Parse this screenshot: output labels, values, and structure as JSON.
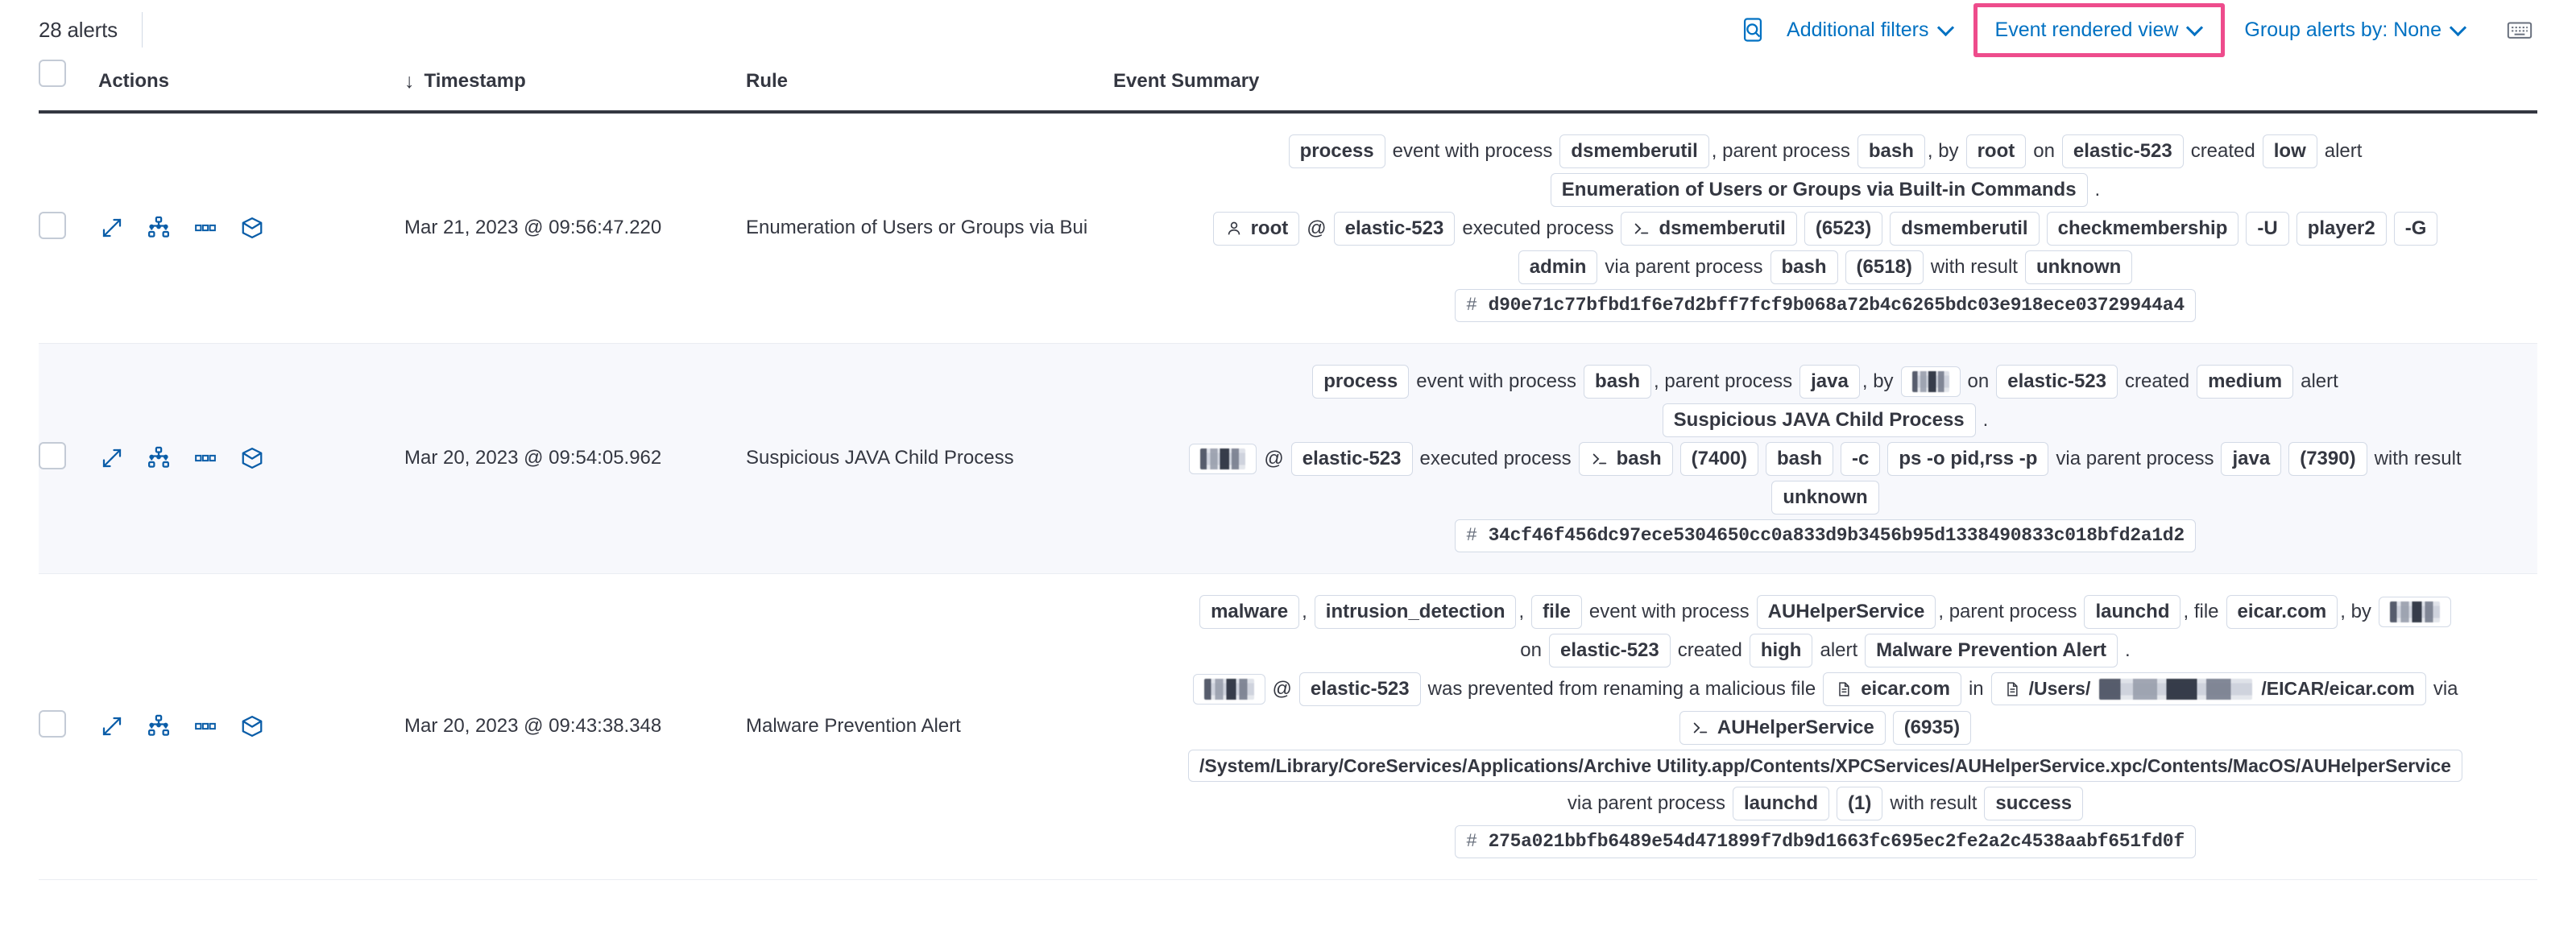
{
  "toolbar": {
    "alert_count": "28 alerts",
    "search_icon": "inspect-search-icon",
    "additional_filters": "Additional filters",
    "event_rendered_view": "Event rendered view",
    "group_alerts_by": "Group alerts by: None",
    "keyboard_icon": "keyboard-shortcut-icon",
    "highlight_color": "#ee4c8c",
    "link_color": "#0071c2"
  },
  "table": {
    "columns": {
      "select_all": "",
      "actions": "Actions",
      "timestamp": "Timestamp",
      "sort_indicator": "↓",
      "rule": "Rule",
      "event_summary": "Event Summary"
    },
    "action_icons": [
      "expand-icon",
      "analyzer-graph-icon",
      "more-actions-icon",
      "session-view-icon"
    ],
    "rows": [
      {
        "timestamp": "Mar 21, 2023 @ 09:56:47.220",
        "rule": "Enumeration of Users or Groups via Bui",
        "severity": "low",
        "host": "elastic-523",
        "hash": "d90e71c77bfbd1f6e7d2bff7fcf9b068a72b4c6265bdc03e918ece03729944a4",
        "line1": {
          "category": "process",
          "t1": "event with process",
          "process": "dsmemberutil",
          "t2": ", parent process",
          "parent": "bash",
          "t3": ", by",
          "user": "root",
          "t4": "on",
          "host": "elastic-523",
          "t5": "created",
          "severity": "low",
          "t6": "alert"
        },
        "line2": {
          "rule_name": "Enumeration of Users or Groups via Built-in Commands",
          "period": "."
        },
        "line3": {
          "user": "root",
          "at": "@",
          "host": "elastic-523",
          "t1": "executed process",
          "process": "dsmemberutil",
          "pid": "(6523)",
          "args": [
            "dsmemberutil",
            "checkmembership",
            "-U",
            "player2",
            "-G"
          ]
        },
        "line4": {
          "arg_last": "admin",
          "t1": "via parent process",
          "parent": "bash",
          "parent_pid": "(6518)",
          "t2": "with result",
          "result": "unknown"
        }
      },
      {
        "timestamp": "Mar 20, 2023 @ 09:54:05.962",
        "rule": "Suspicious JAVA Child Process",
        "severity": "medium",
        "host": "elastic-523",
        "hash": "34cf46f456dc97ece5304650cc0a833d9b3456b95d1338490833c018bfd2a1d2",
        "line1": {
          "category": "process",
          "t1": "event with process",
          "process": "bash",
          "t2": ", parent process",
          "parent": "java",
          "t3": ", by",
          "user": "[redacted]",
          "t4": "on",
          "host": "elastic-523",
          "t5": "created",
          "severity": "medium",
          "t6": "alert"
        },
        "line2": {
          "rule_name": "Suspicious JAVA Child Process",
          "period": "."
        },
        "line3": {
          "user": "[redacted]",
          "at": "@",
          "host": "elastic-523",
          "t1": "executed process",
          "process": "bash",
          "pid": "(7400)",
          "args": [
            "bash",
            "-c",
            "ps -o pid,rss -p"
          ],
          "t2": "via parent process",
          "parent": "java",
          "parent_pid": "(7390)",
          "t3": "with result"
        },
        "line4": {
          "result": "unknown"
        }
      },
      {
        "timestamp": "Mar 20, 2023 @ 09:43:38.348",
        "rule": "Malware Prevention Alert",
        "severity": "high",
        "host": "elastic-523",
        "hash": "275a021bbfb6489e54d471899f7db9d1663fc695ec2fe2a2c4538aabf651fd0f",
        "line1": {
          "cat1": "malware",
          "c1": ",",
          "cat2": "intrusion_detection",
          "c2": ",",
          "cat3": "file",
          "t1": "event with process",
          "process": "AUHelperService",
          "t2": ", parent process",
          "parent": "launchd",
          "t3": ", file",
          "file": "eicar.com",
          "t4": ", by",
          "user": "[redacted]"
        },
        "line2": {
          "t1": "on",
          "host": "elastic-523",
          "t2": "created",
          "severity": "high",
          "t3": "alert",
          "rule_name": "Malware Prevention Alert",
          "period": "."
        },
        "line3": {
          "user": "[redacted]",
          "at": "@",
          "host": "elastic-523",
          "t1": "was prevented from renaming a malicious file",
          "file": "eicar.com",
          "t2": "in",
          "path_prefix": "/Users/",
          "path_suffix": "/EICAR/eicar.com",
          "t3": "via"
        },
        "line4": {
          "process": "AUHelperService",
          "pid": "(6935)"
        },
        "line5": {
          "executable": "/System/Library/CoreServices/Applications/Archive Utility.app/Contents/XPCServices/AUHelperService.xpc/Contents/MacOS/AUHelperService"
        },
        "line6": {
          "t1": "via parent process",
          "parent": "launchd",
          "parent_pid": "(1)",
          "t2": "with result",
          "result": "success"
        }
      }
    ]
  }
}
